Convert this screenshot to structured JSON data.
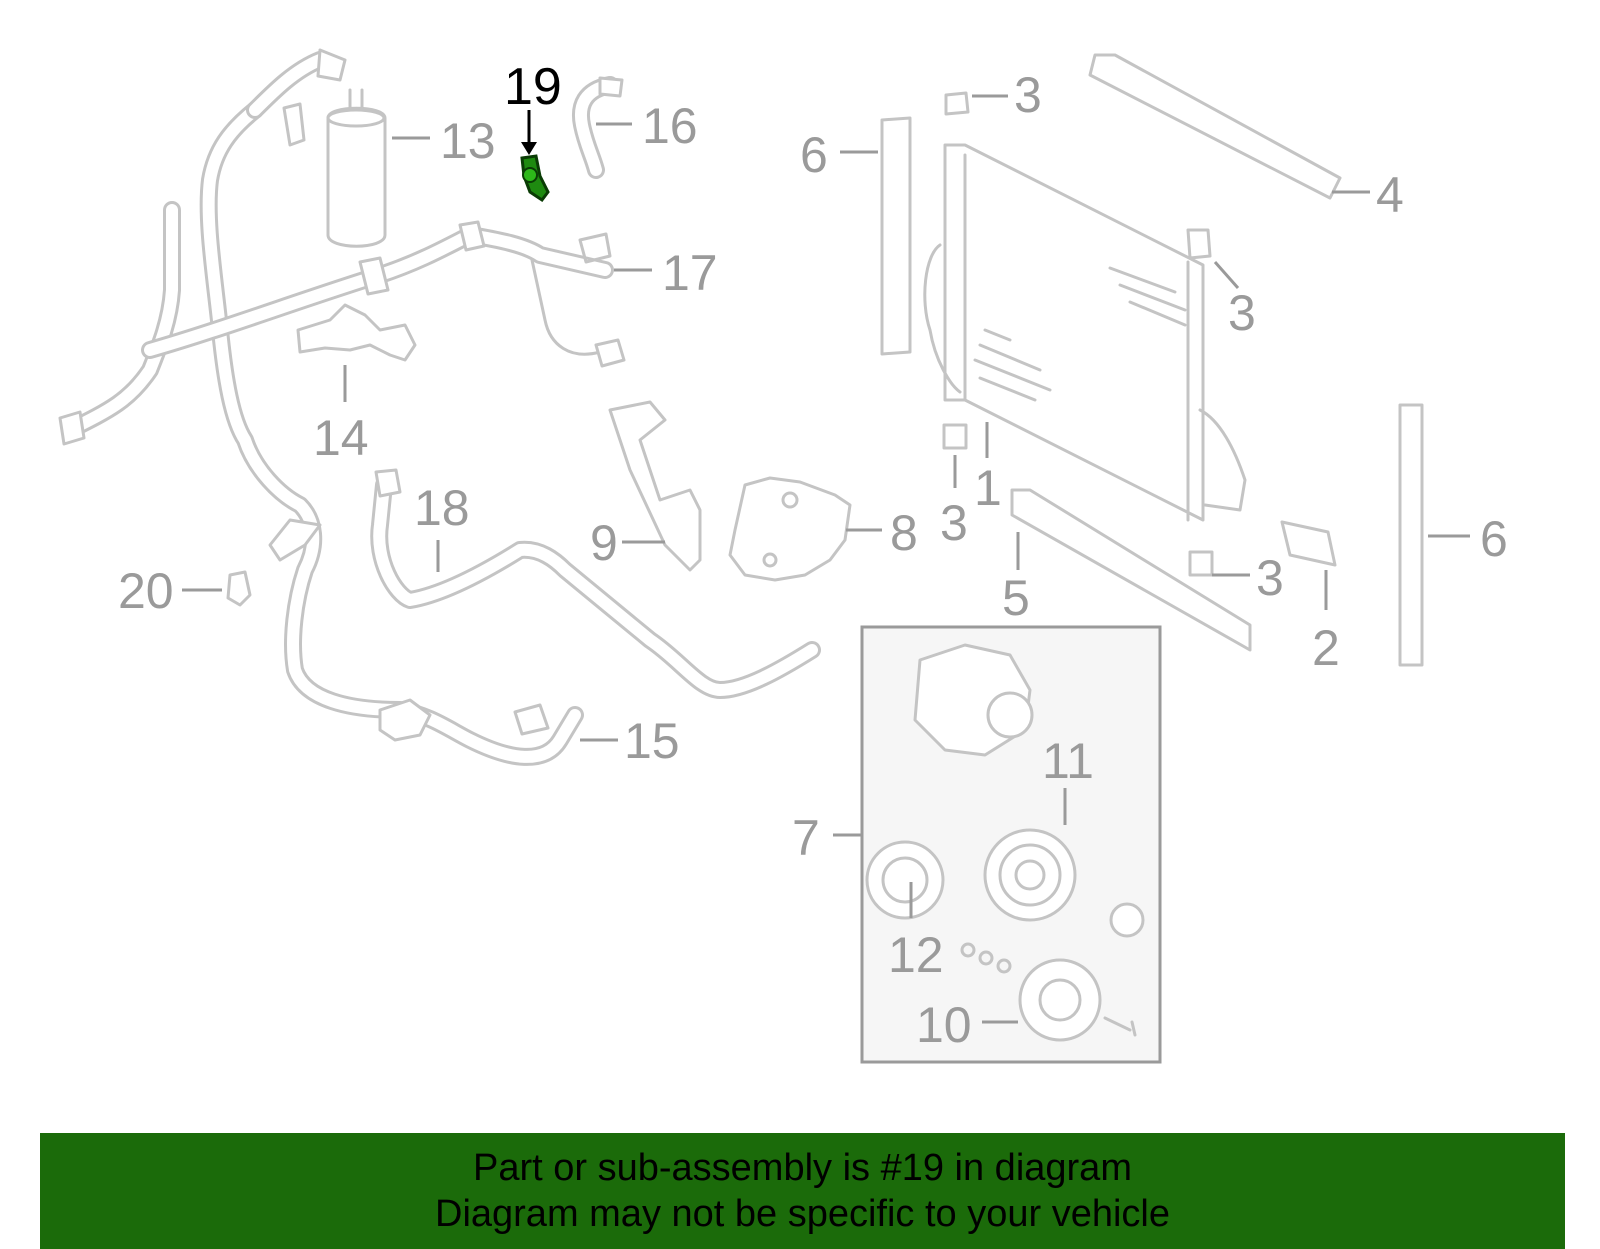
{
  "highlight_part": "19",
  "colors": {
    "banner_bg": "#1b6b0a",
    "highlight_part": "#1e8a10",
    "line_art": "#c4c4c4",
    "labels": "#9a9a9a"
  },
  "callouts": [
    "1",
    "2",
    "3",
    "4",
    "5",
    "6",
    "7",
    "8",
    "9",
    "10",
    "11",
    "12",
    "13",
    "14",
    "15",
    "16",
    "17",
    "18",
    "19",
    "20"
  ],
  "banner": {
    "line1": "Part or sub-assembly is #19 in diagram",
    "line2": "Diagram may not be specific to your vehicle"
  }
}
